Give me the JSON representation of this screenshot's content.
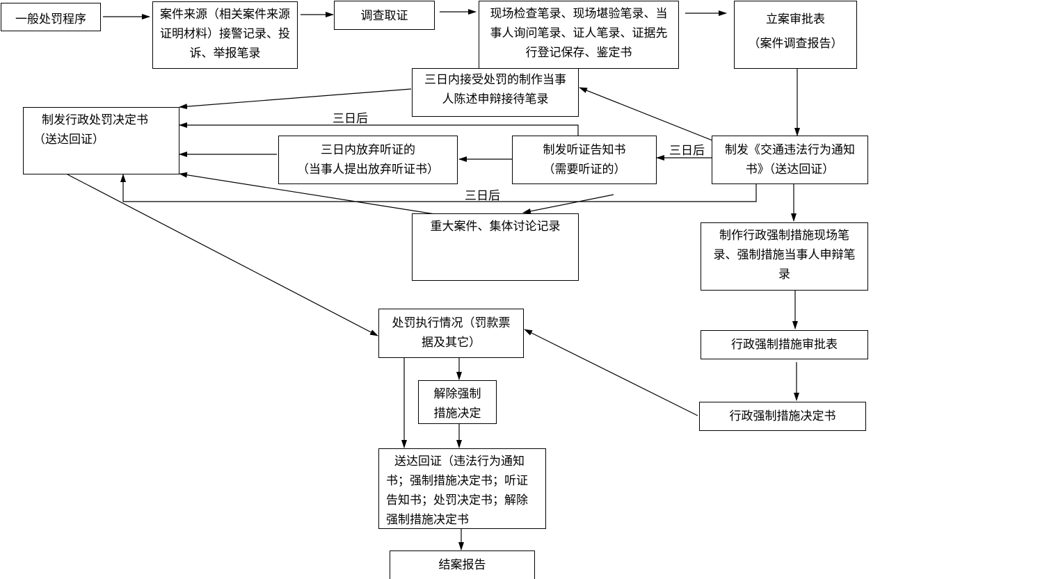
{
  "diagram": {
    "boxes": {
      "general_procedure": "一般处罚程序",
      "case_source": "案件来源（相关案件来源证明材料）接警记录、投诉、举报笔录",
      "investigation": "调查取证",
      "scene_records": "现场检查笔录、现场堪验笔录、当事人询问笔录、证人笔录、证据先行登记保存、鉴定书",
      "case_register_line1": "立案审批表",
      "case_register_line2": "（案件调查报告）",
      "statement_record": "三日内接受处罚的制作当事人陈述申辩接待笔录",
      "penalty_decision": "制发行政处罚决定书（送达回证）",
      "waive_hearing_line1": "三日内放弃听证的",
      "waive_hearing_line2": "（当事人提出放弃听证书）",
      "hearing_notice_line1": "制发听证告知书",
      "hearing_notice_line2": "（需要听证的）",
      "violation_notice": "制发《交通违法行为通知书》（送达回证）",
      "major_case": "重大案件、集体讨论记录",
      "coercive_record": "制作行政强制措施现场笔录、强制措施当事人申辩笔录",
      "execution": "处罚执行情况（罚款票据及其它）",
      "release_coercive": "解除强制措施决定",
      "coercive_approval": "行政强制措施审批表",
      "coercive_decision": "行政强制措施决定书",
      "delivery_receipt": "送达回证（违法行为通知书；强制措施决定书；听证告知书；处罚决定书；解除强制措施决定书",
      "closing_report": "结案报告"
    },
    "edge_labels": {
      "after_three_days_top": "三日后",
      "after_three_days_right": "三日后",
      "after_three_days_bottom": "三日后"
    }
  }
}
